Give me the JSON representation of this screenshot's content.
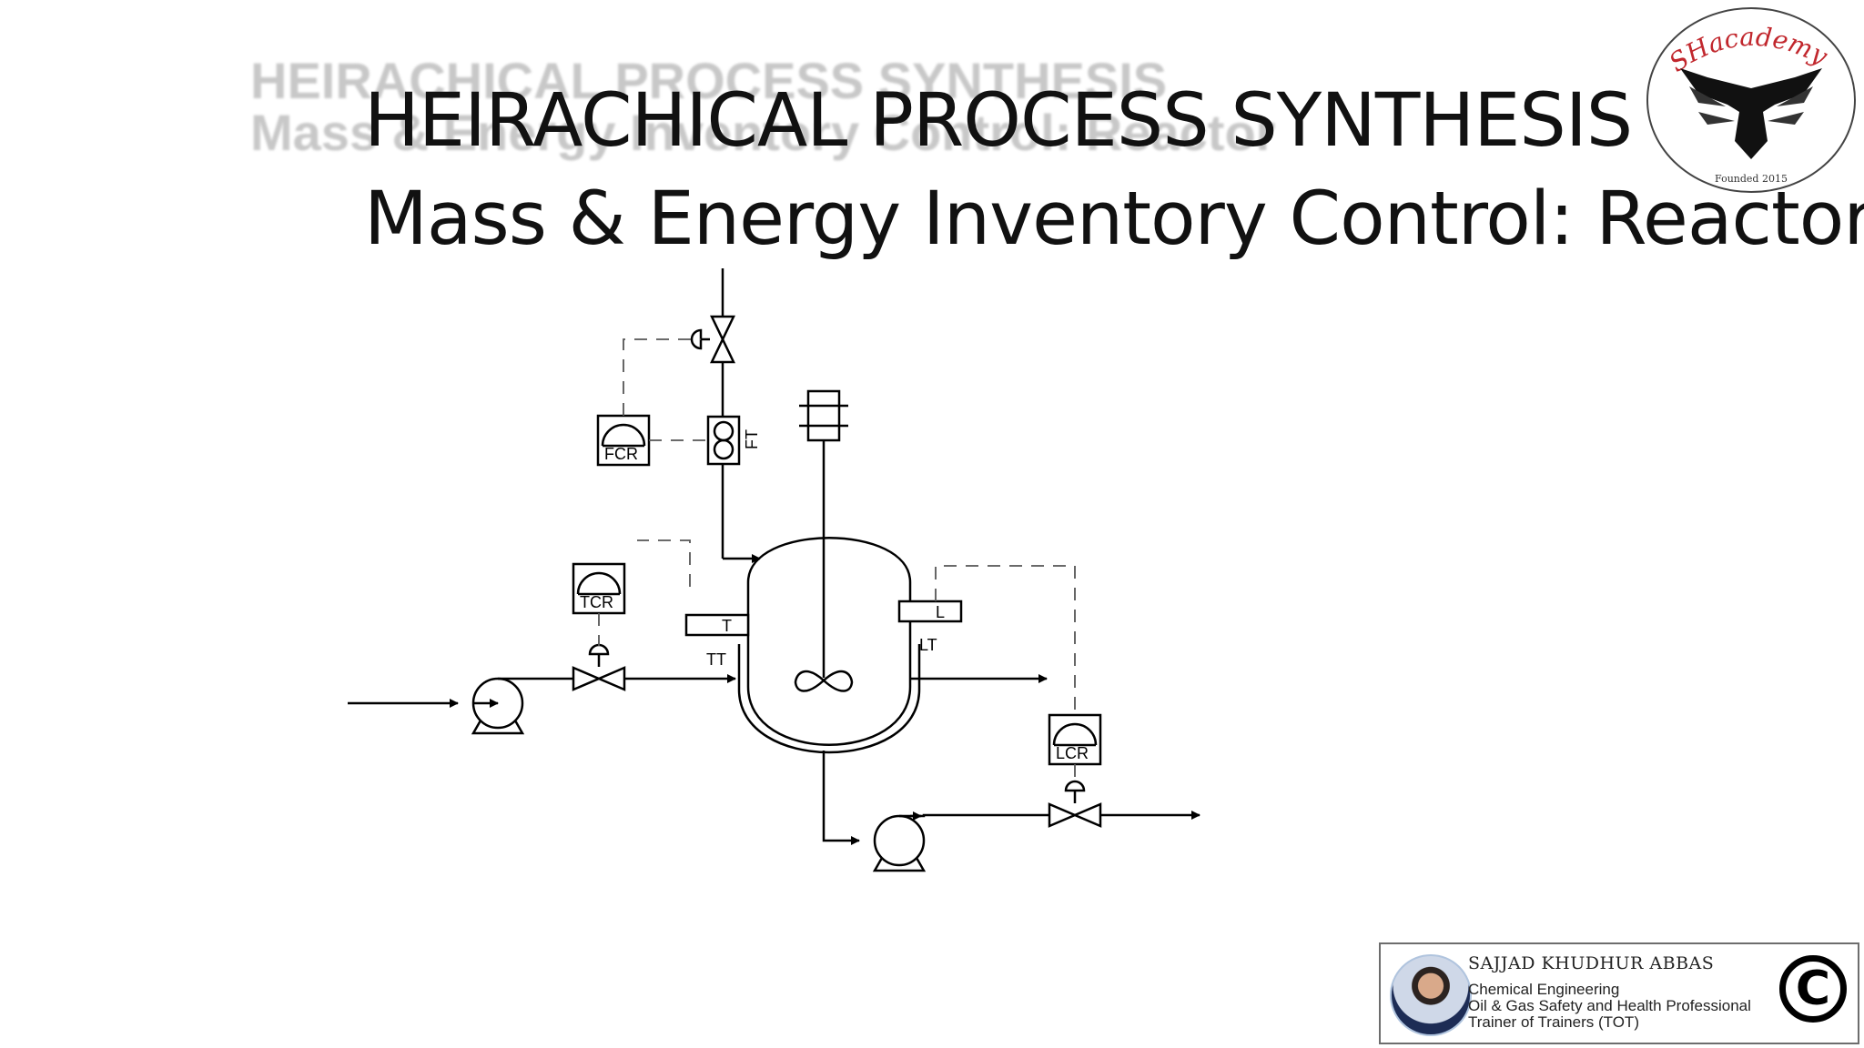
{
  "slide": {
    "ghost_title_line1": "HEIRACHICAL PROCESS SYNTHESIS",
    "ghost_title_line2": "Mass & Energy Inventory Control: Reactor",
    "title_line1": "HEIRACHICAL PROCESS SYNTHESIS",
    "title_line2": "Mass & Energy Inventory Control: Reactor"
  },
  "diagram": {
    "controllers": {
      "flow": "FCR",
      "temperature": "TCR",
      "level": "LCR"
    },
    "transmitters": {
      "flow": "FT",
      "temperature": "TT",
      "level": "LT"
    },
    "probes": {
      "temperature": "T",
      "level": "L"
    }
  },
  "logo": {
    "text": "SHacademy",
    "founded": "Founded 2015"
  },
  "author": {
    "name": "SAJJAD KHUDHUR ABBAS",
    "line1": "Chemical Engineering",
    "line2": "Oil & Gas Safety and Health Professional",
    "line3": "Trainer of Trainers (TOT)",
    "copyright_symbol": "C"
  }
}
